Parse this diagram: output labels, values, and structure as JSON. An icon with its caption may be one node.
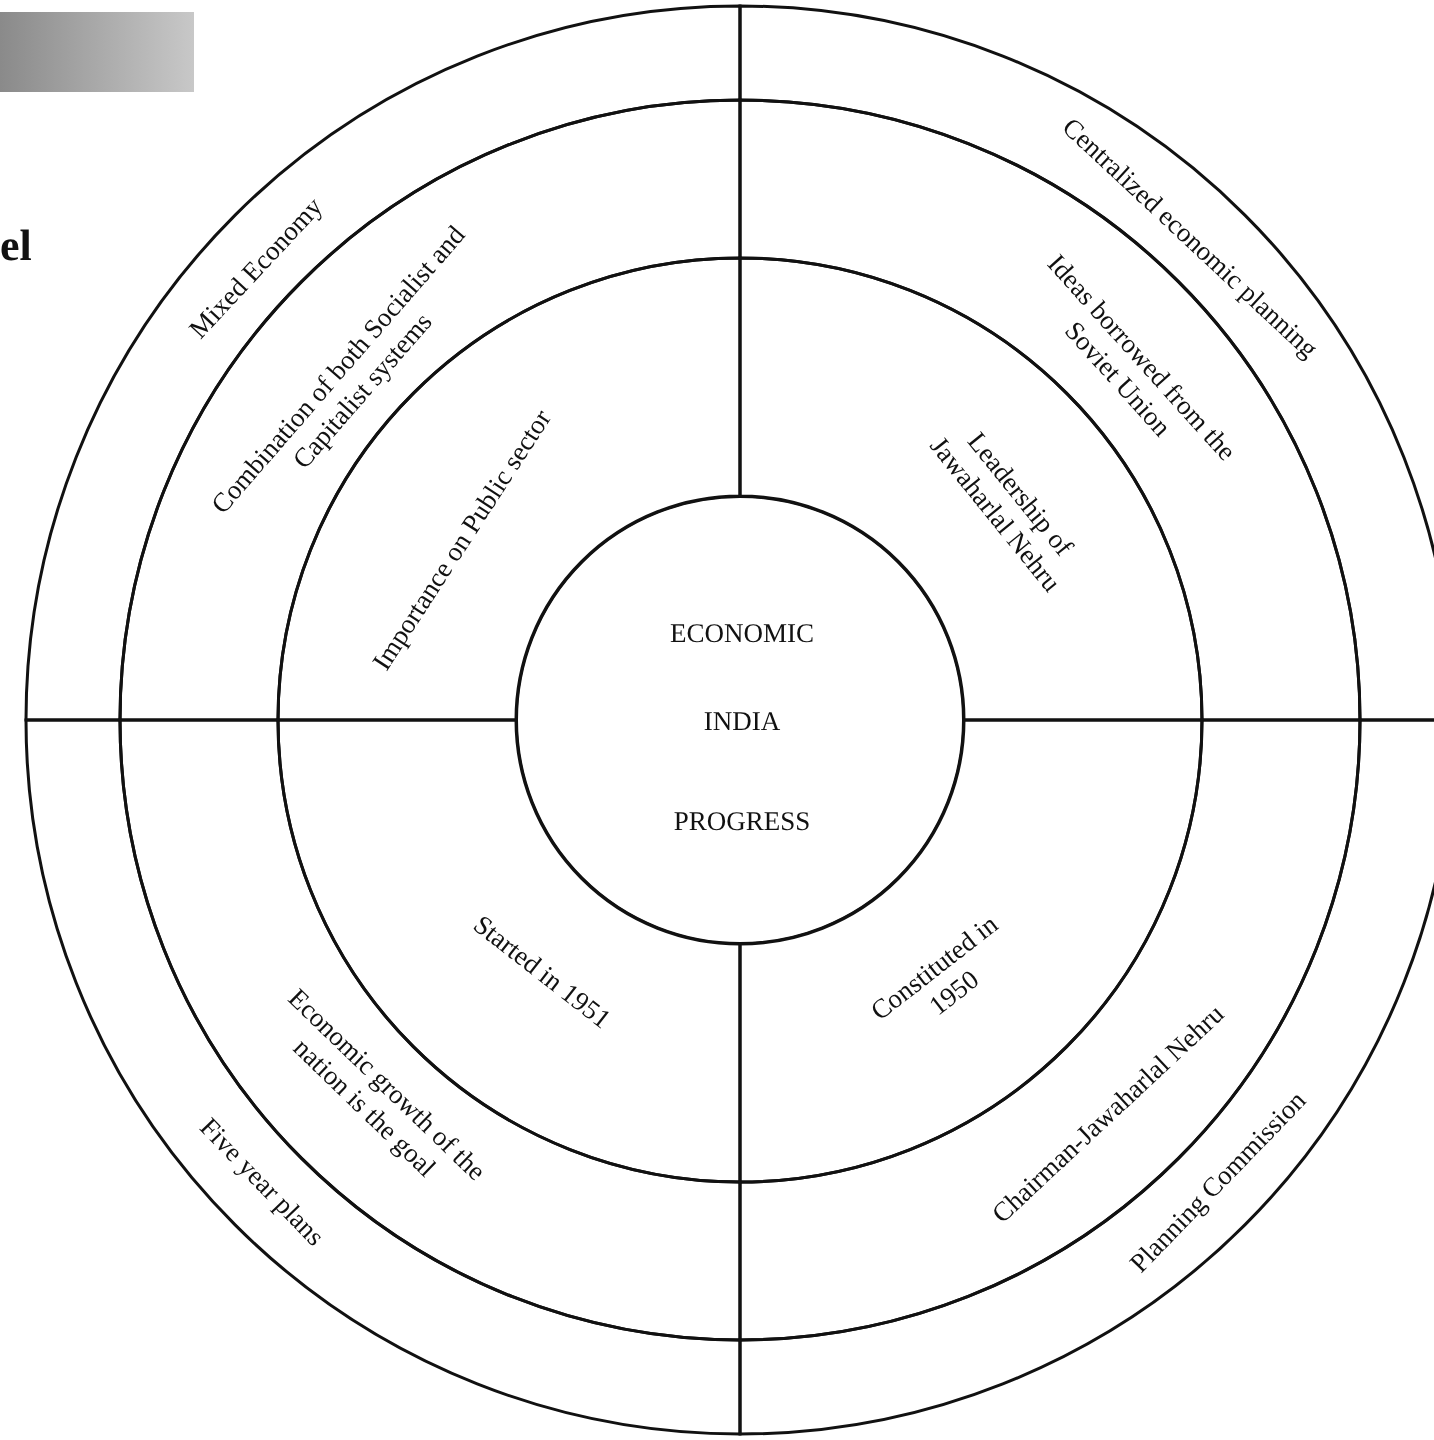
{
  "diagram": {
    "nodes": [
      {
        "text": [
          "ECONOMIC",
          "INDIA",
          "PROGRESS"
        ]
      },
      {
        "text": [
          "Mixed Economy"
        ]
      },
      {
        "text": [
          "Combination of both Socialist and Capitalist systems"
        ]
      },
      {
        "text": [
          "Importance on Public sector"
        ]
      },
      {
        "text": [
          "Centralized economic planning"
        ]
      },
      {
        "text": [
          "Ideas borrowed from the Soviet Union"
        ]
      },
      {
        "text": [
          "Leadership of Jawaharlal Nehru"
        ]
      },
      {
        "text": [
          "Started in 1951"
        ]
      },
      {
        "text": [
          "Economic growth of the nation is the goal"
        ]
      },
      {
        "text": [
          "Five year plans"
        ]
      },
      {
        "text": [
          "Constituted in 1950"
        ]
      },
      {
        "text": [
          "Chairman-Jawaharlal Nehru"
        ]
      },
      {
        "text": [
          "Planning Commission"
        ]
      }
    ],
    "labels": [
      "el"
    ]
  }
}
